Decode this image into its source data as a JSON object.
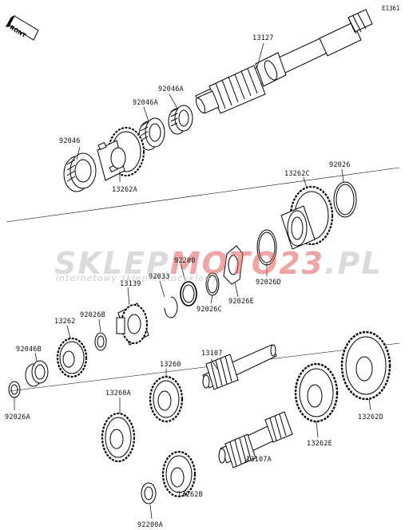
{
  "reference_code": "E1361",
  "front_badge": "FRONT",
  "watermark": {
    "brand_part1": "SKLEP",
    "brand_part2": "MOTO",
    "brand_part3": "23",
    "brand_part4": ".PL",
    "subtitle": "internetowy sklep motocyklowy"
  },
  "parts": [
    {
      "code": "13127"
    },
    {
      "code": "92046A"
    },
    {
      "code": "92046A"
    },
    {
      "code": "92046"
    },
    {
      "code": "13262A"
    },
    {
      "code": "92026"
    },
    {
      "code": "13262C"
    },
    {
      "code": "92200"
    },
    {
      "code": "92033"
    },
    {
      "code": "13139"
    },
    {
      "code": "92026D"
    },
    {
      "code": "92026E"
    },
    {
      "code": "92026C"
    },
    {
      "code": "92026B"
    },
    {
      "code": "13262"
    },
    {
      "code": "92046B"
    },
    {
      "code": "92026A"
    },
    {
      "code": "13107"
    },
    {
      "code": "13260"
    },
    {
      "code": "13260A"
    },
    {
      "code": "13262D"
    },
    {
      "code": "13262E"
    },
    {
      "code": "13107A"
    },
    {
      "code": "13262B"
    },
    {
      "code": "92200A"
    }
  ],
  "colors": {
    "line": "#000000",
    "background": "#ffffff"
  }
}
